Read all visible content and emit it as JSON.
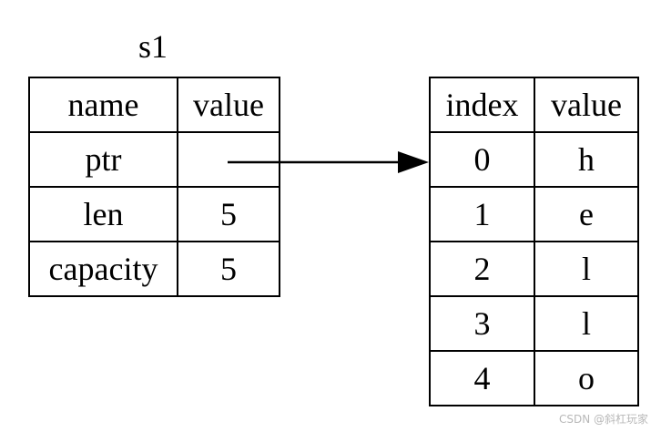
{
  "left": {
    "title": "s1",
    "headers": [
      "name",
      "value"
    ],
    "rows": [
      {
        "name": "ptr",
        "value": ""
      },
      {
        "name": "len",
        "value": "5"
      },
      {
        "name": "capacity",
        "value": "5"
      }
    ]
  },
  "right": {
    "headers": [
      "index",
      "value"
    ],
    "rows": [
      {
        "index": "0",
        "value": "h"
      },
      {
        "index": "1",
        "value": "e"
      },
      {
        "index": "2",
        "value": "l"
      },
      {
        "index": "3",
        "value": "l"
      },
      {
        "index": "4",
        "value": "o"
      }
    ]
  },
  "watermark": "CSDN @斜杠玩家",
  "colors": {
    "line": "#000000",
    "background": "#ffffff"
  }
}
